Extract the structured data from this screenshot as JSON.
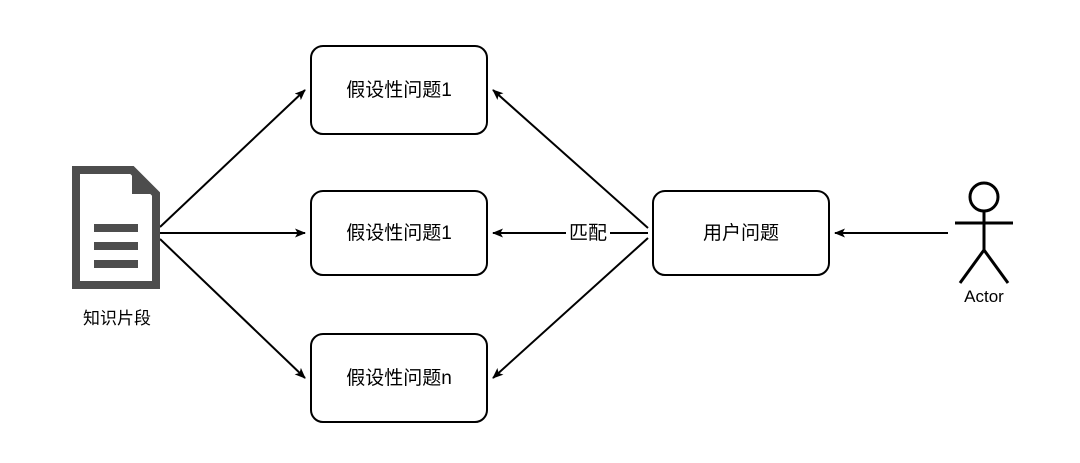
{
  "diagram": {
    "title": "knowledge-chunk hypothetical question matching flow",
    "background_color": "#ffffff",
    "stroke_color": "#000000",
    "icon_color": "#4d4d4d",
    "source": {
      "icon_name": "document-icon",
      "caption": "知识片段"
    },
    "actor": {
      "icon_name": "actor-stick-figure-icon",
      "caption": "Actor"
    },
    "nodes": [
      {
        "id": "hq1",
        "label": "假设性问题1"
      },
      {
        "id": "hq2",
        "label": "假设性问题1"
      },
      {
        "id": "hqn",
        "label": "假设性问题n"
      },
      {
        "id": "user",
        "label": "用户问题"
      }
    ],
    "edges": [
      {
        "from": "知识片段",
        "to": "假设性问题1",
        "label": ""
      },
      {
        "from": "知识片段",
        "to": "假设性问题1",
        "label": ""
      },
      {
        "from": "知识片段",
        "to": "假设性问题n",
        "label": ""
      },
      {
        "from": "用户问题",
        "to": "假设性问题1",
        "label": ""
      },
      {
        "from": "用户问题",
        "to": "假设性问题1",
        "label": "匹配"
      },
      {
        "from": "用户问题",
        "to": "假设性问题n",
        "label": ""
      },
      {
        "from": "Actor",
        "to": "用户问题",
        "label": ""
      }
    ],
    "edge_labels": {
      "match": "匹配"
    }
  }
}
